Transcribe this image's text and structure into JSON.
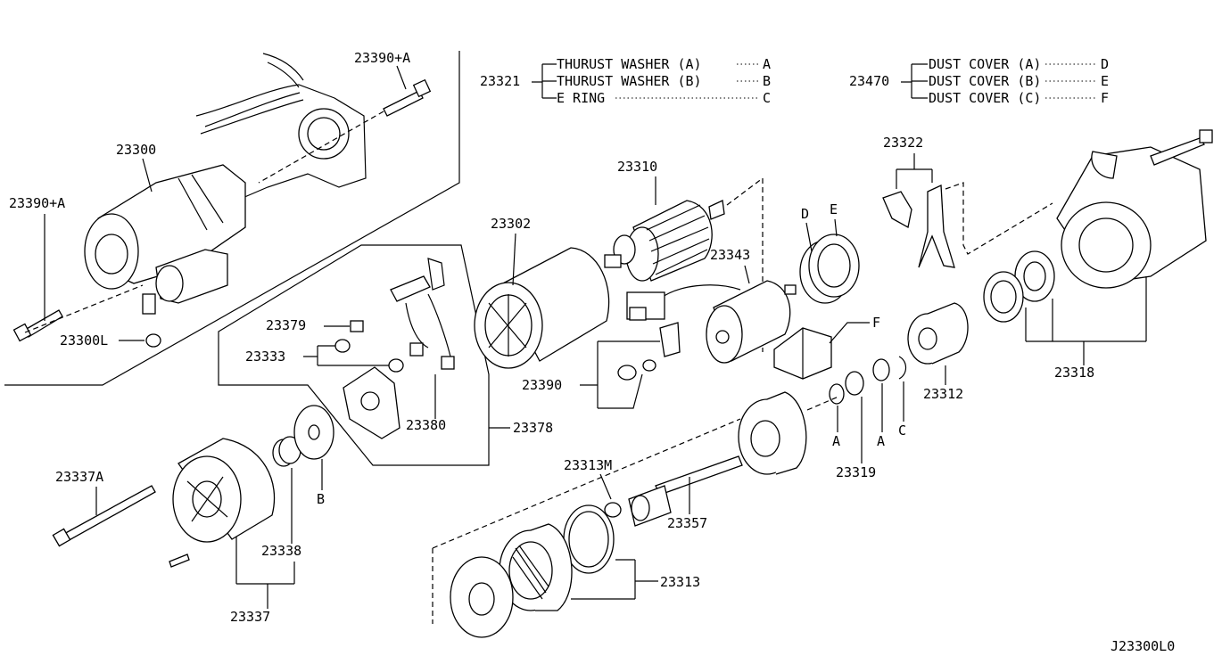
{
  "diagram_code": "J23300L0",
  "legend_washers": {
    "group": "23321",
    "items": [
      {
        "text": "THURUST WASHER (A)",
        "key": "A"
      },
      {
        "text": "THURUST WASHER (B)",
        "key": "B"
      },
      {
        "text": "E RING",
        "key": "C"
      }
    ]
  },
  "legend_covers": {
    "group": "23470",
    "items": [
      {
        "text": "DUST COVER (A)",
        "key": "D"
      },
      {
        "text": "DUST COVER (B)",
        "key": "E"
      },
      {
        "text": "DUST COVER (C)",
        "key": "F"
      }
    ]
  },
  "parts": {
    "p23390A_top": "23390+A",
    "p23300": "23300",
    "p23390A_left": "23390+A",
    "p23300L": "23300L",
    "p23302": "23302",
    "p23310": "23310",
    "p23343": "23343",
    "p23322": "23322",
    "p23379": "23379",
    "p23333": "23333",
    "p23380": "23380",
    "p23378": "23378",
    "p23390": "23390",
    "p23312": "23312",
    "p23318": "23318",
    "p23319": "23319",
    "p23313M": "23313M",
    "p23357": "23357",
    "p23313": "23313",
    "p23337A": "23337A",
    "p23338": "23338",
    "p23337": "23337"
  },
  "callouts": {
    "D": "D",
    "E": "E",
    "F": "F",
    "A1": "A",
    "A2": "A",
    "B": "B",
    "C": "C"
  }
}
